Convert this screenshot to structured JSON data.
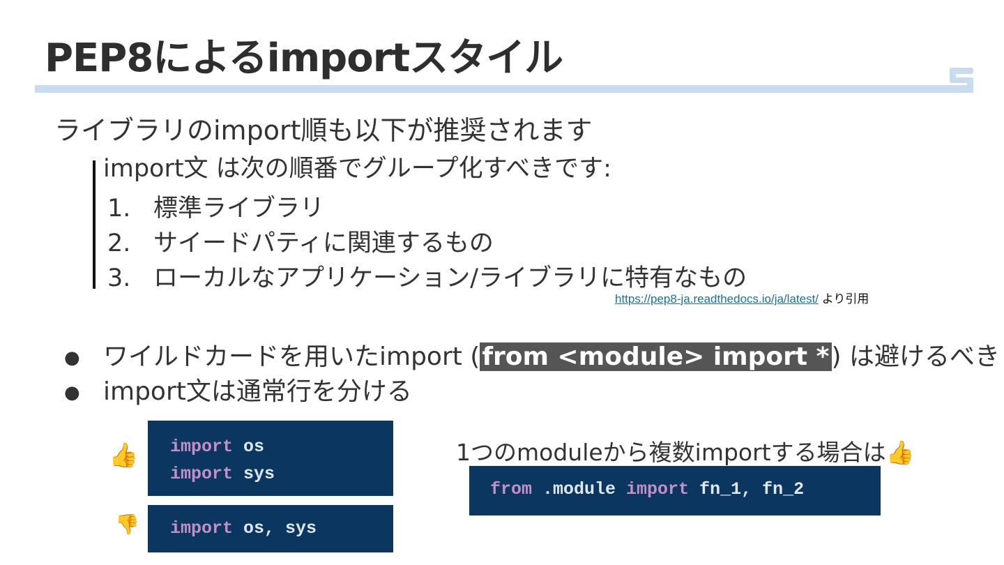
{
  "slide": {
    "title": "PEP8によるimportスタイル",
    "lead": "ライブラリのimport順も以下が推奨されます",
    "quote": {
      "heading": "import文 は次の順番でグループ化すべきです:",
      "items": [
        {
          "num": "1.",
          "text": "標準ライブラリ"
        },
        {
          "num": "2.",
          "text": "サイードパティに関連するもの"
        },
        {
          "num": "3.",
          "text": "ローカルなアプリケーション/ライブラリに特有なもの"
        }
      ]
    },
    "source": {
      "link": "https://pep8-ja.readthedocs.io/ja/latest/",
      "suffix": " より引用"
    },
    "bullets": [
      {
        "before": "ワイルドカードを用いたimport (",
        "code": "from <module> import *",
        "after": ") は避けるべき"
      },
      {
        "text": "import文は通常行を分ける"
      }
    ],
    "code_good": {
      "line1_kw": "import",
      "line1_rest": " os",
      "line2_kw": "import",
      "line2_rest": " sys"
    },
    "code_bad": {
      "kw": "import",
      "rest": " os, sys"
    },
    "multi_label": "1つのmoduleから複数importする場合は",
    "code_multi": {
      "kw1": "from",
      "mid": " .module ",
      "kw2": "import",
      "rest": " fn_1, fn_2"
    },
    "icons": {
      "good": "thumbs-up-icon",
      "bad": "thumbs-down-icon",
      "multi": "thumbs-up-icon"
    },
    "colors": {
      "code_bg": "#0b3660",
      "keyword": "#c38fc6",
      "accent_bar": "#c9dcef"
    }
  }
}
